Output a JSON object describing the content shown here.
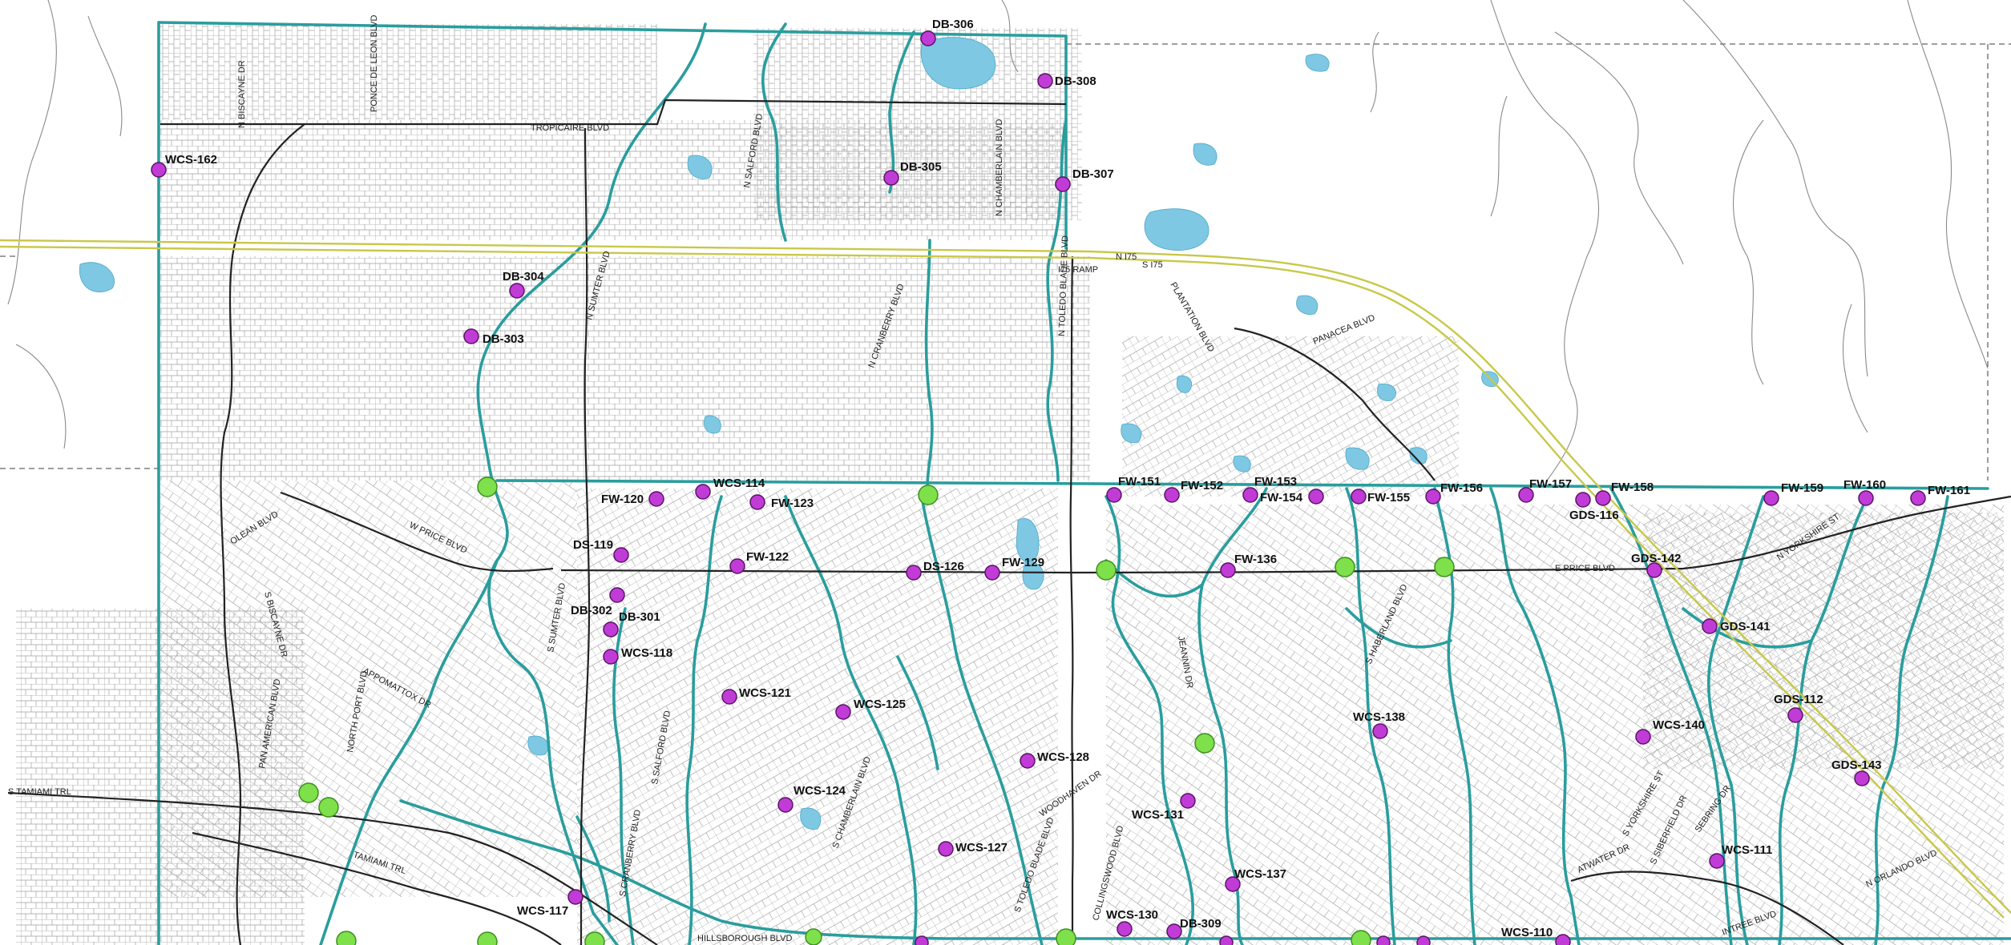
{
  "colors": {
    "background": "#ffffff",
    "waterway": "#2a9d9d",
    "water": "#7ec8e3",
    "interstate": "#c8c84a",
    "street": "#777777",
    "major_road": "#222222",
    "boundary": "#666666",
    "station_marker": "#c13bd6",
    "junction_marker": "#7ee04a"
  },
  "roads": [
    {
      "id": "tropicaire",
      "label": "TROPICAIRE BLVD"
    },
    {
      "id": "ponce",
      "label": "PONCE DE LEON BLVD"
    },
    {
      "id": "nbiscayne",
      "label": "N BISCAYNE DR"
    },
    {
      "id": "nsalford",
      "label": "N SALFORD BLVD"
    },
    {
      "id": "nchamberlain",
      "label": "N CHAMBERLAIN BLVD"
    },
    {
      "id": "nsumter",
      "label": "N SUMTER BLVD"
    },
    {
      "id": "ncranberry",
      "label": "N CRANBERRY BLVD"
    },
    {
      "id": "ntoledo",
      "label": "N TOLEDO BLADE BLVD"
    },
    {
      "id": "plantation",
      "label": "PLANTATION BLVD"
    },
    {
      "id": "panacea",
      "label": "PANACEA BLVD"
    },
    {
      "id": "n75",
      "label": "N I75"
    },
    {
      "id": "s75",
      "label": "S I75"
    },
    {
      "id": "i75ramp",
      "label": "I75 RAMP"
    },
    {
      "id": "olean",
      "label": "OLEAN BLVD"
    },
    {
      "id": "wprice",
      "label": "W PRICE BLVD"
    },
    {
      "id": "sbiscayne",
      "label": "S BISCAYNE DR"
    },
    {
      "id": "ssumter",
      "label": "S SUMTER BLVD"
    },
    {
      "id": "hillsborough",
      "label": "HILLSBOROUGH BLVD"
    },
    {
      "id": "panamerican",
      "label": "PAN AMERICAN BLVD"
    },
    {
      "id": "northport",
      "label": "NORTH PORT BLVD"
    },
    {
      "id": "appomattox",
      "label": "APPOMATTOX DR"
    },
    {
      "id": "stamiami",
      "label": "S TAMIAMI TRL"
    },
    {
      "id": "tamiami",
      "label": "TAMIAMI TRL"
    },
    {
      "id": "ssalford",
      "label": "S SALFORD BLVD"
    },
    {
      "id": "scranberry",
      "label": "S CRANBERRY BLVD"
    },
    {
      "id": "schamberlain",
      "label": "S CHAMBERLAIN BLVD"
    },
    {
      "id": "stoledo",
      "label": "S TOLEDO BLADE BLVD"
    },
    {
      "id": "woodhaven",
      "label": "WOODHAVEN DR"
    },
    {
      "id": "collingswood",
      "label": "COLLINGSWOOD BLVD"
    },
    {
      "id": "jeannin",
      "label": "JEANNIN DR"
    },
    {
      "id": "shaberland",
      "label": "S HABERLAND BLVD"
    },
    {
      "id": "eprice",
      "label": "E PRICE BLVD"
    },
    {
      "id": "atwater",
      "label": "ATWATER DR"
    },
    {
      "id": "ssibarfield",
      "label": "S SIBERFIELD DR"
    },
    {
      "id": "syorkshire",
      "label": "S YORKSHIRE ST"
    },
    {
      "id": "nyorkshire",
      "label": "N YORKSHIRE ST"
    },
    {
      "id": "sstrasse",
      "label": "SEBRING DR"
    },
    {
      "id": "norlando",
      "label": "N ORLANDO BLVD"
    },
    {
      "id": "ntree",
      "label": "INTREE BLVD"
    }
  ],
  "stations": [
    {
      "id": "DB-306",
      "label": "DB-306"
    },
    {
      "id": "DB-308",
      "label": "DB-308"
    },
    {
      "id": "WCS-162",
      "label": "WCS-162"
    },
    {
      "id": "DB-305",
      "label": "DB-305"
    },
    {
      "id": "DB-307",
      "label": "DB-307"
    },
    {
      "id": "DB-304",
      "label": "DB-304"
    },
    {
      "id": "DB-303",
      "label": "DB-303"
    },
    {
      "id": "FW-120",
      "label": "FW-120"
    },
    {
      "id": "WCS-114",
      "label": "WCS-114"
    },
    {
      "id": "FW-123",
      "label": "FW-123"
    },
    {
      "id": "FW-151",
      "label": "FW-151"
    },
    {
      "id": "FW-152",
      "label": "FW-152"
    },
    {
      "id": "FW-153",
      "label": "FW-153"
    },
    {
      "id": "FW-154",
      "label": "FW-154"
    },
    {
      "id": "FW-155",
      "label": "FW-155"
    },
    {
      "id": "FW-156",
      "label": "FW-156"
    },
    {
      "id": "FW-157",
      "label": "FW-157"
    },
    {
      "id": "GDS-116",
      "label": "GDS-116"
    },
    {
      "id": "FW-158",
      "label": "FW-158"
    },
    {
      "id": "FW-159",
      "label": "FW-159"
    },
    {
      "id": "FW-160",
      "label": "FW-160"
    },
    {
      "id": "FW-161",
      "label": "FW-161"
    },
    {
      "id": "DS-119",
      "label": "DS-119"
    },
    {
      "id": "FW-122",
      "label": "FW-122"
    },
    {
      "id": "DS-126",
      "label": "DS-126"
    },
    {
      "id": "FW-129",
      "label": "FW-129"
    },
    {
      "id": "FW-136",
      "label": "FW-136"
    },
    {
      "id": "GDS-142",
      "label": "GDS-142"
    },
    {
      "id": "DB-302",
      "label": "DB-302"
    },
    {
      "id": "DB-301",
      "label": "DB-301"
    },
    {
      "id": "WCS-118",
      "label": "WCS-118"
    },
    {
      "id": "GDS-141",
      "label": "GDS-141"
    },
    {
      "id": "WCS-121",
      "label": "WCS-121"
    },
    {
      "id": "WCS-125",
      "label": "WCS-125"
    },
    {
      "id": "GDS-112",
      "label": "GDS-112"
    },
    {
      "id": "WCS-138",
      "label": "WCS-138"
    },
    {
      "id": "WCS-140",
      "label": "WCS-140"
    },
    {
      "id": "WCS-128",
      "label": "WCS-128"
    },
    {
      "id": "GDS-143",
      "label": "GDS-143"
    },
    {
      "id": "WCS-124",
      "label": "WCS-124"
    },
    {
      "id": "WCS-131",
      "label": "WCS-131"
    },
    {
      "id": "WCS-127",
      "label": "WCS-127"
    },
    {
      "id": "WCS-111",
      "label": "WCS-111"
    },
    {
      "id": "WCS-137",
      "label": "WCS-137"
    },
    {
      "id": "WCS-117",
      "label": "WCS-117"
    },
    {
      "id": "WCS-130",
      "label": "WCS-130"
    },
    {
      "id": "DB-309",
      "label": "DB-309"
    },
    {
      "id": "WCS-110",
      "label": "WCS-110"
    }
  ]
}
